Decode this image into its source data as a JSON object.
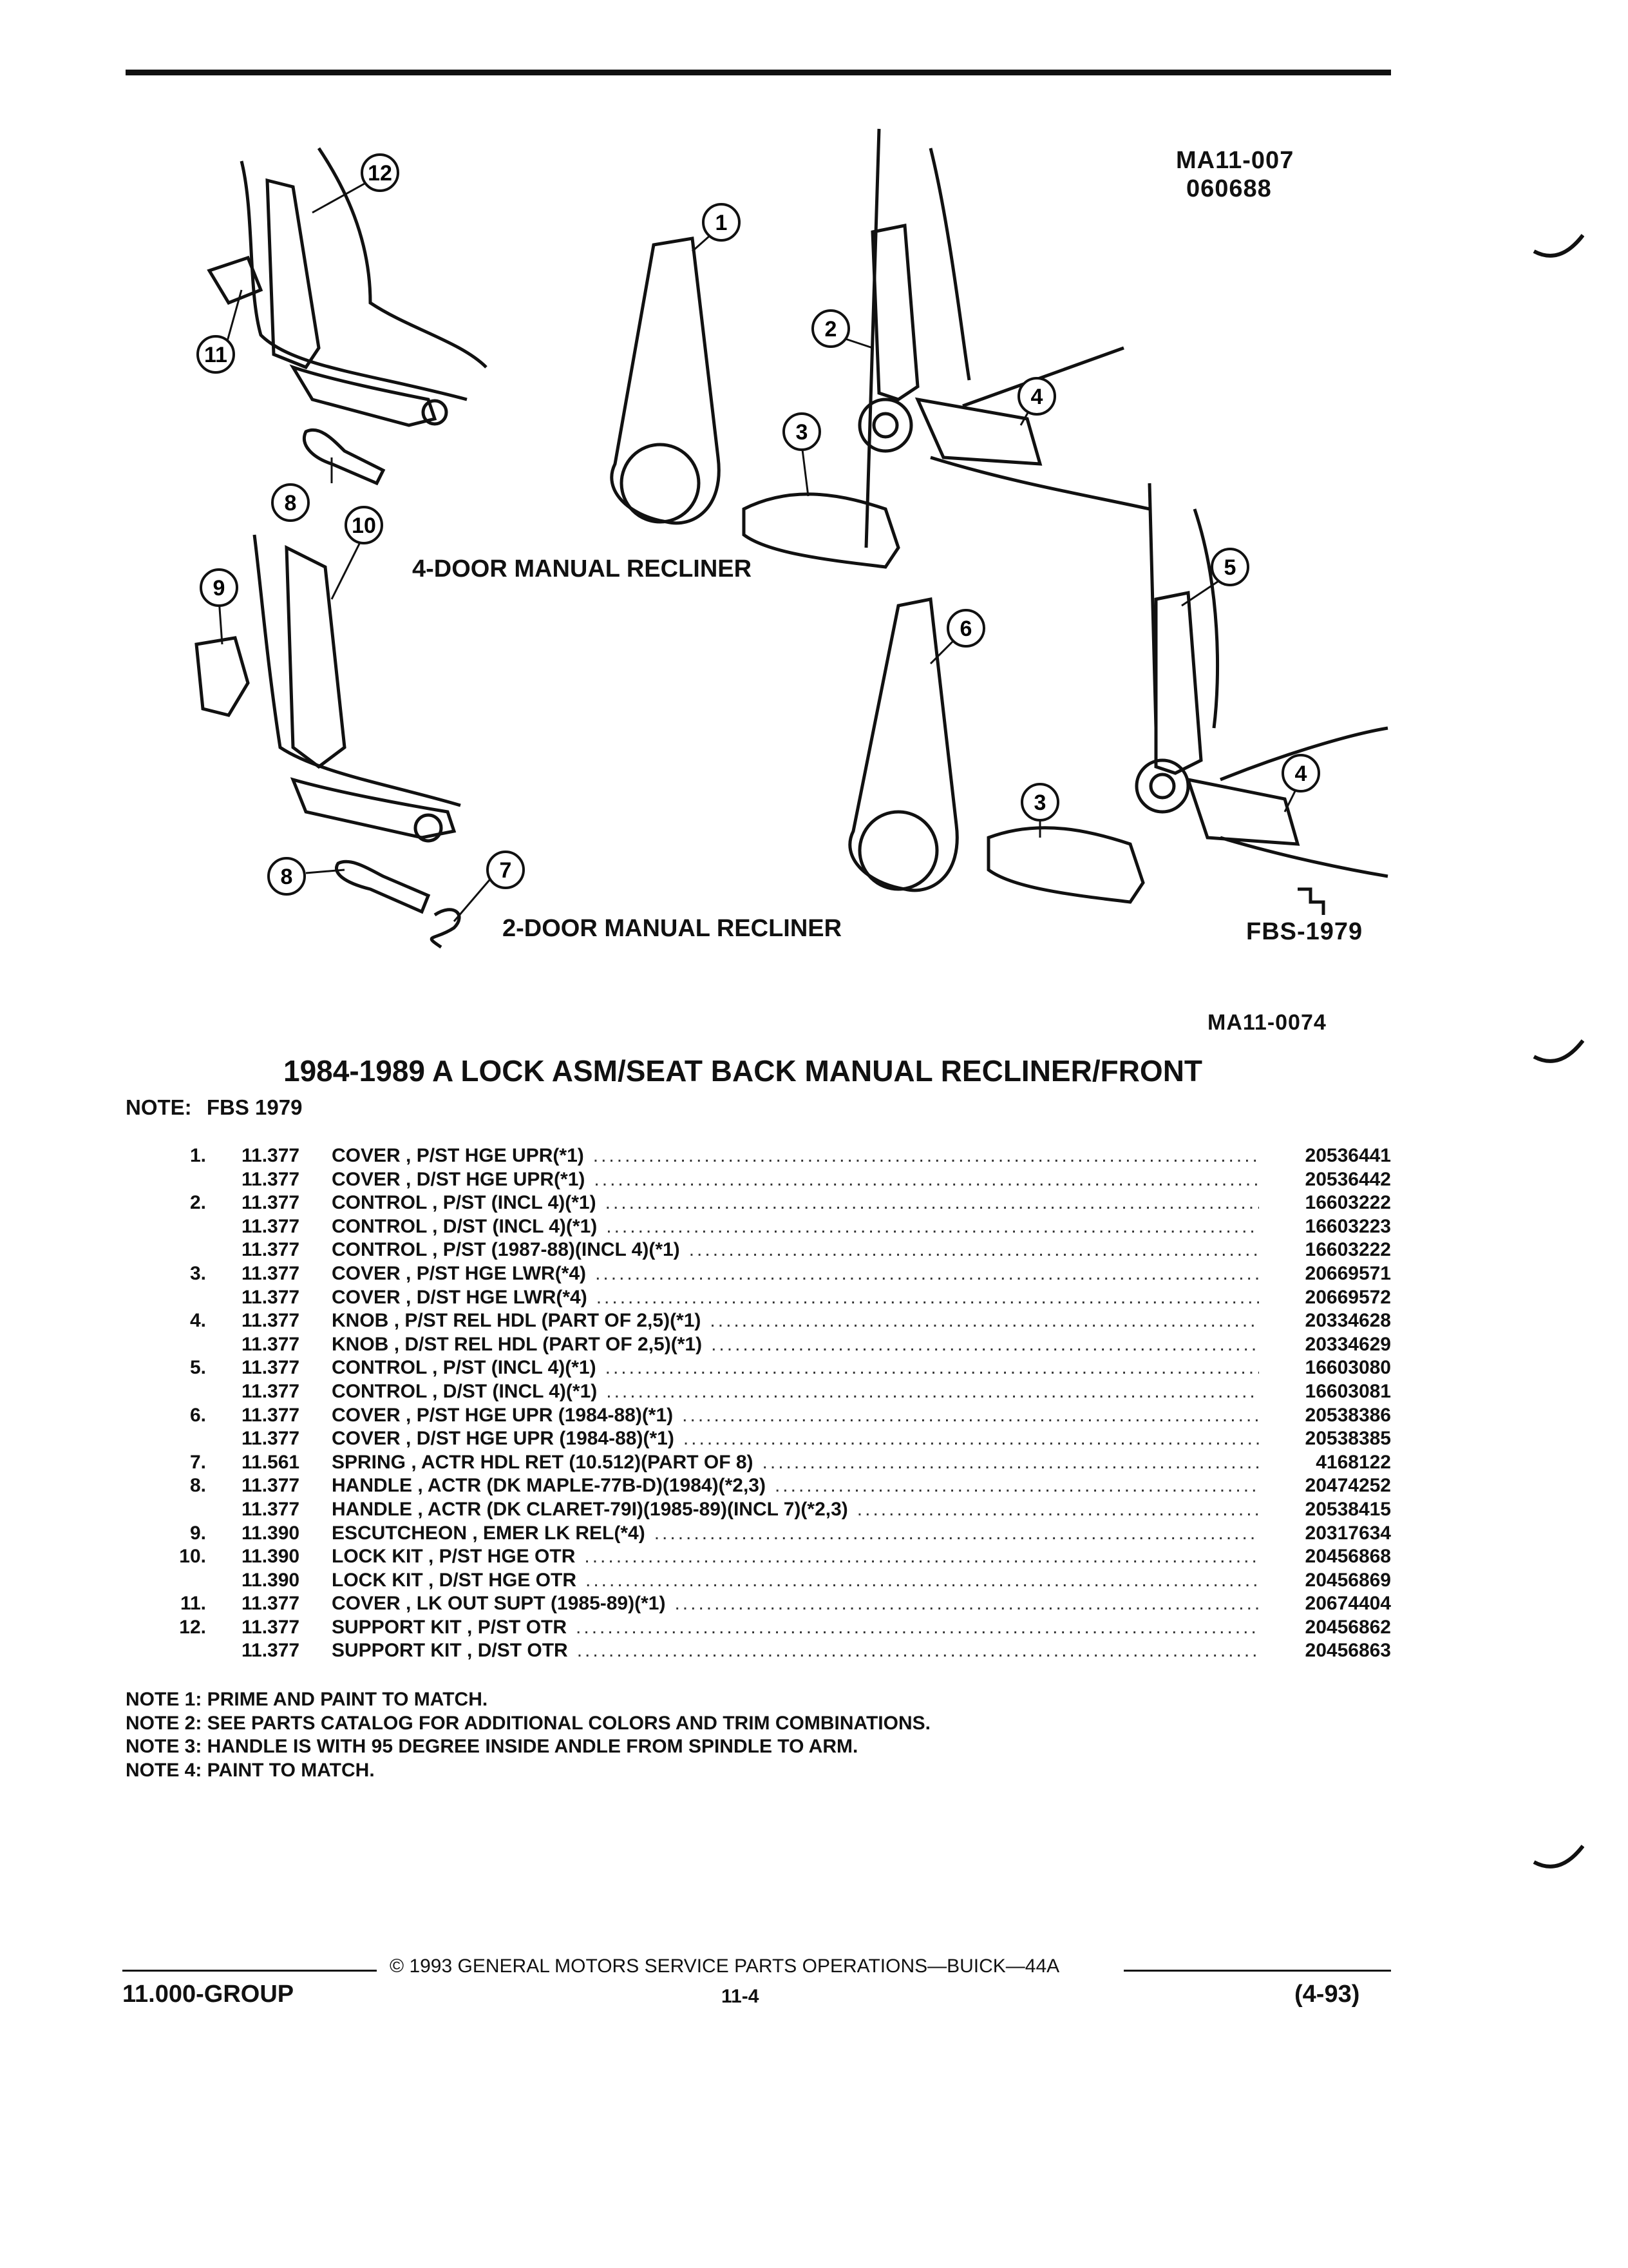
{
  "header": {
    "figure_id_1": "MA11-007",
    "figure_id_2": "060688",
    "figure_id_3": "FBS-1979",
    "figure_id_4": "MA11-0074"
  },
  "diagram": {
    "label_4door": "4-DOOR MANUAL RECLINER",
    "label_2door": "2-DOOR MANUAL RECLINER",
    "callouts": [
      "1",
      "2",
      "3",
      "4",
      "5",
      "6",
      "3",
      "4",
      "7",
      "8",
      "9",
      "10",
      "8",
      "11",
      "12"
    ]
  },
  "title": "1984-1989 A LOCK ASM/SEAT BACK MANUAL RECLINER/FRONT",
  "note_fbs_label": "NOTE:",
  "note_fbs_value": "FBS 1979",
  "parts": [
    {
      "idx": "1.",
      "grp": "11.377",
      "name": "COVER",
      "desc": ", P/ST HGE UPR(*1)",
      "num": "20536441"
    },
    {
      "idx": "",
      "grp": "11.377",
      "name": "COVER",
      "desc": ", D/ST HGE UPR(*1)",
      "num": "20536442"
    },
    {
      "idx": "2.",
      "grp": "11.377",
      "name": "CONTROL",
      "desc": ", P/ST (INCL 4)(*1)",
      "num": "16603222"
    },
    {
      "idx": "",
      "grp": "11.377",
      "name": "CONTROL",
      "desc": ", D/ST (INCL 4)(*1)",
      "num": "16603223"
    },
    {
      "idx": "",
      "grp": "11.377",
      "name": "CONTROL",
      "desc": ", P/ST (1987-88)(INCL 4)(*1)",
      "num": "16603222"
    },
    {
      "idx": "3.",
      "grp": "11.377",
      "name": "COVER",
      "desc": ", P/ST HGE LWR(*4)",
      "num": "20669571"
    },
    {
      "idx": "",
      "grp": "11.377",
      "name": "COVER",
      "desc": ", D/ST HGE LWR(*4)",
      "num": "20669572"
    },
    {
      "idx": "4.",
      "grp": "11.377",
      "name": "KNOB",
      "desc": ", P/ST REL HDL (PART OF 2,5)(*1)",
      "num": "20334628"
    },
    {
      "idx": "",
      "grp": "11.377",
      "name": "KNOB",
      "desc": ", D/ST REL HDL (PART OF 2,5)(*1)",
      "num": "20334629"
    },
    {
      "idx": "5.",
      "grp": "11.377",
      "name": "CONTROL",
      "desc": ", P/ST (INCL 4)(*1)",
      "num": "16603080"
    },
    {
      "idx": "",
      "grp": "11.377",
      "name": "CONTROL",
      "desc": ", D/ST (INCL 4)(*1)",
      "num": "16603081"
    },
    {
      "idx": "6.",
      "grp": "11.377",
      "name": "COVER",
      "desc": ", P/ST HGE UPR (1984-88)(*1)",
      "num": "20538386"
    },
    {
      "idx": "",
      "grp": "11.377",
      "name": "COVER",
      "desc": ", D/ST HGE UPR (1984-88)(*1)",
      "num": "20538385"
    },
    {
      "idx": "7.",
      "grp": "11.561",
      "name": "SPRING",
      "desc": ", ACTR HDL RET (10.512)(PART OF 8)",
      "num": "4168122"
    },
    {
      "idx": "8.",
      "grp": "11.377",
      "name": "HANDLE",
      "desc": ", ACTR (DK MAPLE-77B-D)(1984)(*2,3)",
      "num": "20474252"
    },
    {
      "idx": "",
      "grp": "11.377",
      "name": "HANDLE",
      "desc": ", ACTR (DK CLARET-79I)(1985-89)(INCL 7)(*2,3)",
      "num": "20538415"
    },
    {
      "idx": "9.",
      "grp": "11.390",
      "name": "ESCUTCHEON",
      "desc": ", EMER LK REL(*4)",
      "num": "20317634"
    },
    {
      "idx": "10.",
      "grp": "11.390",
      "name": "LOCK KIT",
      "desc": ", P/ST HGE OTR",
      "num": "20456868"
    },
    {
      "idx": "",
      "grp": "11.390",
      "name": "LOCK KIT",
      "desc": ", D/ST HGE OTR",
      "num": "20456869"
    },
    {
      "idx": "11.",
      "grp": "11.377",
      "name": "COVER",
      "desc": ", LK OUT SUPT (1985-89)(*1)",
      "num": "20674404"
    },
    {
      "idx": "12.",
      "grp": "11.377",
      "name": "SUPPORT KIT",
      "desc": ", P/ST OTR",
      "num": "20456862"
    },
    {
      "idx": "",
      "grp": "11.377",
      "name": "SUPPORT KIT",
      "desc": ", D/ST OTR",
      "num": "20456863"
    }
  ],
  "notes": [
    "NOTE  1:  PRIME AND PAINT TO MATCH.",
    "NOTE  2:  SEE PARTS CATALOG FOR ADDITIONAL COLORS AND TRIM COMBINATIONS.",
    "NOTE  3:  HANDLE IS WITH 95 DEGREE INSIDE ANDLE FROM SPINDLE TO ARM.",
    "NOTE  4:  PAINT TO MATCH."
  ],
  "footer": {
    "copyright": "© 1993 GENERAL MOTORS SERVICE PARTS OPERATIONS—BUICK—44A",
    "group": "11.000-GROUP",
    "page": "11-4",
    "date": "(4-93)"
  }
}
